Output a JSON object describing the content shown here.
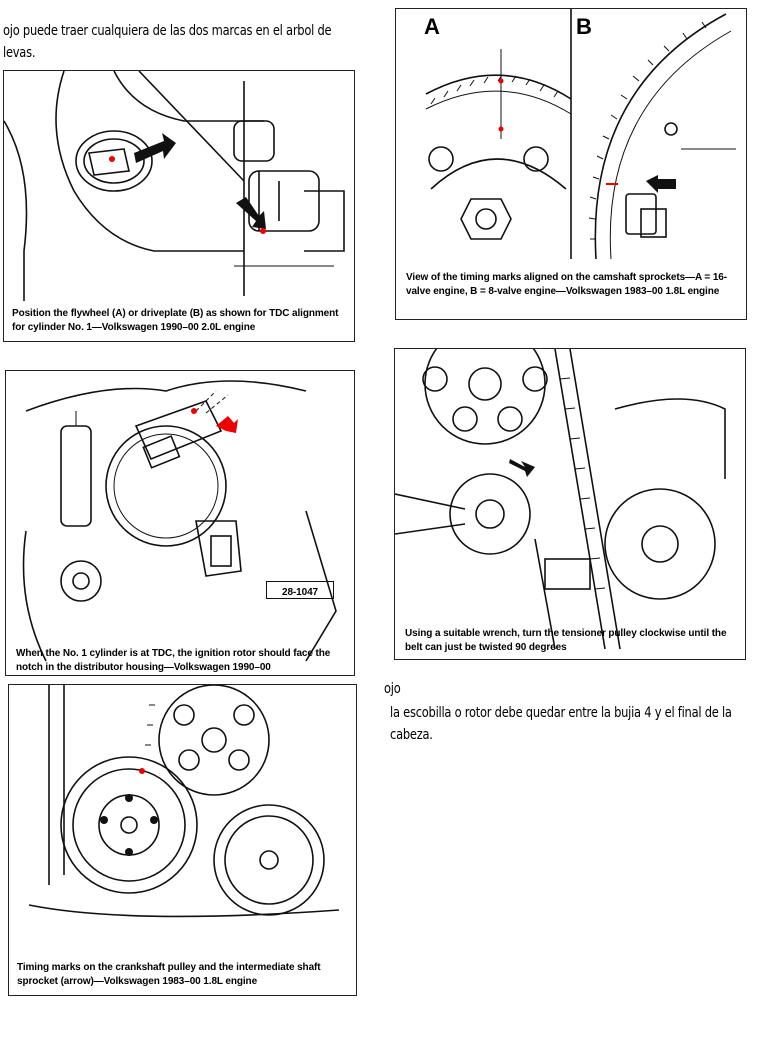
{
  "notes": {
    "top_left": "ojo puede traer cualquiera de las dos marcas en el arbol de levas.",
    "right_title": "ojo",
    "right_body": "la escobilla o rotor debe quedar entre la bujia 4 y el final de la cabeza."
  },
  "figures": {
    "flywheel": {
      "caption": "Position the flywheel (A) or driveplate (B) as shown for TDC alignment for cylinder No. 1—Volkswagen 1990–00 2.0L engine"
    },
    "camshaft": {
      "label_a": "A",
      "label_b": "B",
      "caption": "View of the timing marks aligned on the camshaft sprockets—A = 16-valve engine, B = 8-valve engine—Volkswagen 1983–00 1.8L engine"
    },
    "distributor": {
      "ref_code": "28-1047",
      "caption": "When the No. 1 cylinder is at TDC, the ignition rotor should face the notch in the distributor housing—Volkswagen 1990–00"
    },
    "tensioner": {
      "caption": "Using a suitable wrench, turn the tensioner pulley clockwise until the belt can just be twisted 90 degrees"
    },
    "crankshaft": {
      "caption": "Timing marks on the crankshaft pulley and the intermediate shaft sprocket (arrow)—Volkswagen 1983–00 1.8L engine"
    }
  },
  "colors": {
    "mark": "#e00000",
    "ink": "#111111"
  }
}
